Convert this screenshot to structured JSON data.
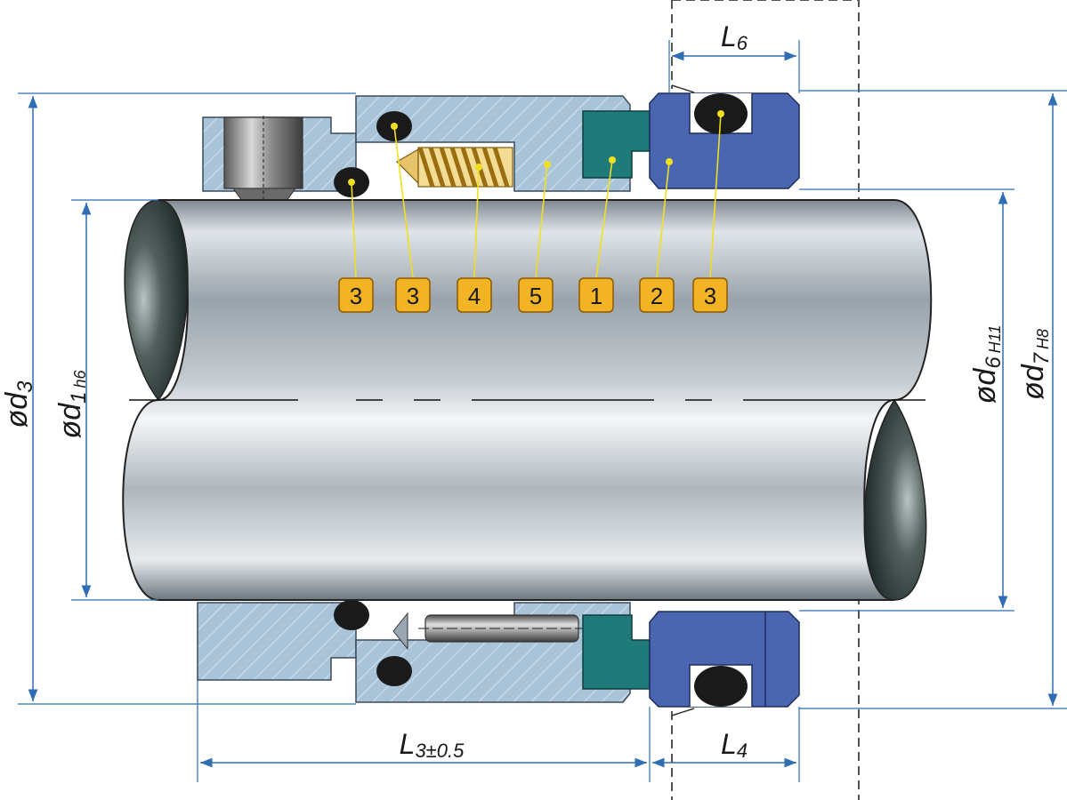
{
  "callouts": [
    "3",
    "3",
    "4",
    "5",
    "1",
    "2",
    "3"
  ],
  "dimensions": {
    "d3": {
      "main": "ød",
      "sub": "3",
      "tol": ""
    },
    "d1": {
      "main": "ød",
      "sub": "1",
      "tol": "h6"
    },
    "d6": {
      "main": "ød",
      "sub": "6",
      "tol": "H11"
    },
    "d7": {
      "main": "ød",
      "sub": "7",
      "tol": "H8"
    },
    "L3": {
      "main": "L",
      "sub": "3±0.5"
    },
    "L4": {
      "main": "L",
      "sub": "4"
    },
    "L6": {
      "main": "L",
      "sub": "6"
    }
  },
  "colors": {
    "housing": "#a9c4d8",
    "housing_stroke": "#3a4a5a",
    "seat": "#4a66b0",
    "face": "#1f7a7a",
    "spring": "#e7c36a",
    "oring": "#1a1a1a",
    "callout_fill": "#f2b324",
    "dim_line": "#2f6db5",
    "leader": "#f0e020"
  }
}
